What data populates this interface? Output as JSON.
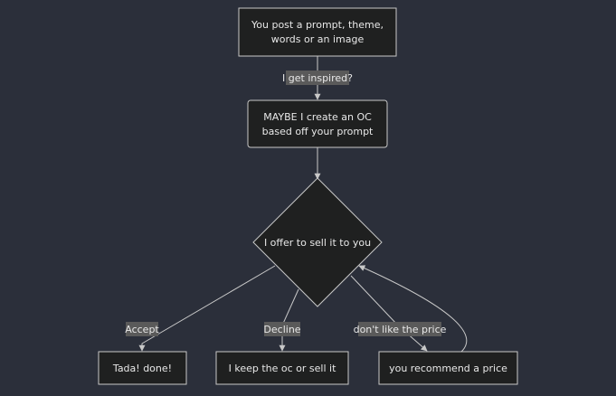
{
  "nodes": {
    "start": {
      "lines": [
        "You post a prompt, theme,",
        "words or an image"
      ]
    },
    "create": {
      "lines": [
        "MAYBE I create an OC",
        "based off your prompt"
      ]
    },
    "offer": {
      "lines": [
        "I offer to sell it to you"
      ]
    },
    "done": {
      "lines": [
        "Tada! done!"
      ]
    },
    "keep": {
      "lines": [
        "I keep the oc or sell it"
      ]
    },
    "recommend": {
      "lines": [
        "you recommend a price"
      ]
    }
  },
  "edges": {
    "inspired": "I get inspired?",
    "accept": "Accept",
    "decline": "Decline",
    "dislike": "don't like the price"
  },
  "colors": {
    "background": "#2b2f3a",
    "node_fill": "#1f2020",
    "line": "#c8c8c8",
    "label_bg": "#5a5a5a"
  }
}
